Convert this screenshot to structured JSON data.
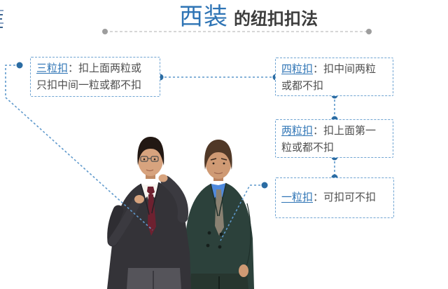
{
  "slide": {
    "background": "#ffffff"
  },
  "title": {
    "highlight": "西装",
    "rest": "的纽扣扣法",
    "accent_color": "#2e74b5",
    "text_color": "#3d3d3d"
  },
  "callouts": {
    "three": {
      "label": "三粒扣",
      "desc": "：扣上面两粒或\n只扣中间一粒或都不扣"
    },
    "four": {
      "label": "四粒扣",
      "desc": "：扣中间两粒\n或都不扣"
    },
    "two": {
      "label": "两粒扣",
      "desc": "：扣上面第一\n粒或都不扣"
    },
    "one": {
      "label": "一粒扣",
      "desc": "：可扣可不扣"
    }
  },
  "photo": {
    "alt": "两位穿西装的男士并肩行走，左边男士整理领带"
  },
  "colors": {
    "box_border": "#6fa4d2",
    "connector_line": "#5f99cc",
    "connector_dot": "#2b6ca3",
    "title_divider_line": "#c9c9c9",
    "title_divider_dot": "#9d9d9d",
    "label_blue": "#2e74b5",
    "desc_text": "#4f4f4f"
  }
}
